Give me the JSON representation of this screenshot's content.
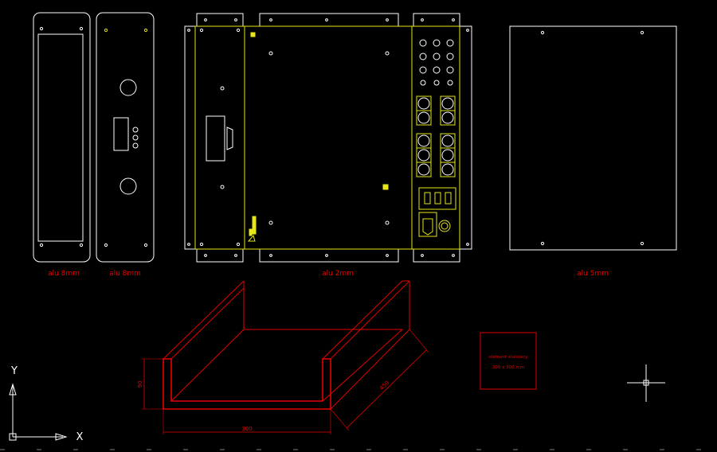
{
  "drawing": {
    "background": "#000000",
    "colors": {
      "outline": "#ffffff",
      "yellow": "#e6e619",
      "red": "#e60000"
    }
  },
  "labels": {
    "panel_front": "alu 8mm",
    "panel_back": "alu 8mm",
    "panel_box": "alu 2mm",
    "panel_plate": "alu 5mm"
  },
  "dimensions": {
    "height": "90",
    "width": "300",
    "depth": "450"
  },
  "note": {
    "line1": "element stalujacy",
    "line2": "300 x 300 mm"
  },
  "ucs": {
    "y_axis": "Y",
    "x_axis": "X"
  }
}
